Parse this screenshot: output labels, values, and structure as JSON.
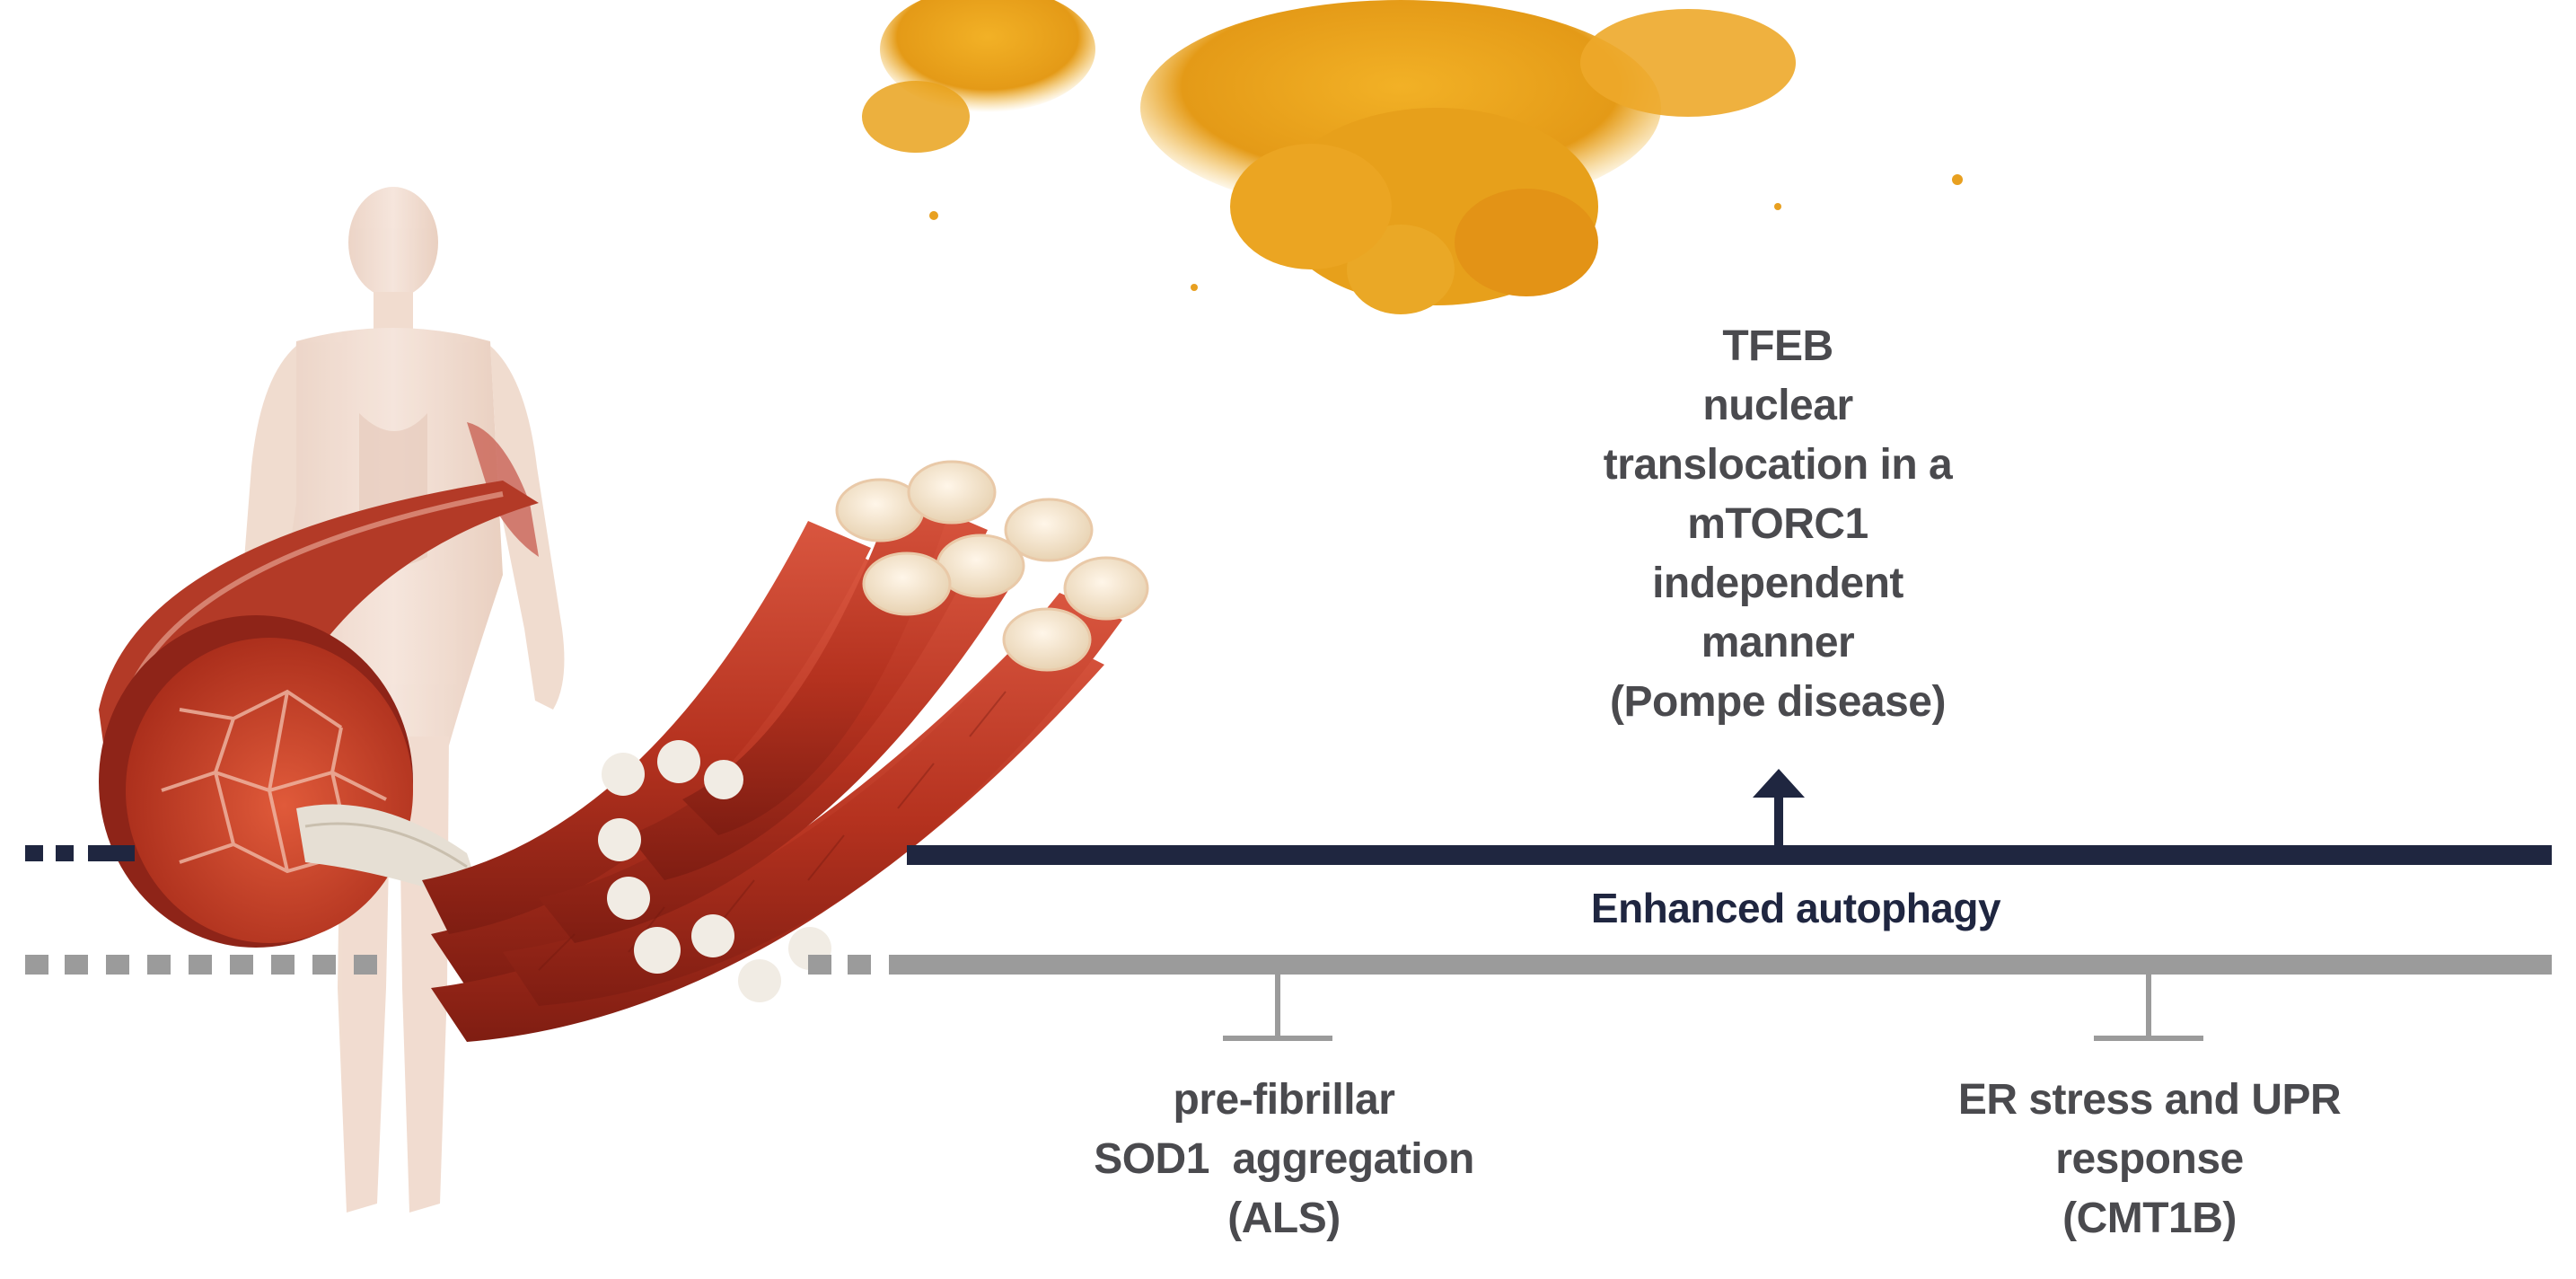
{
  "diagram": {
    "upper_pathway": {
      "label": "Enhanced autophagy",
      "line_color": "#1f2640"
    },
    "lower_pathway": {
      "line_color": "#9b9b9b"
    },
    "activation": {
      "lines": [
        "TFEB",
        "nuclear",
        "translocation in a",
        "mTORC1",
        "independent",
        "manner",
        "(Pompe disease)"
      ]
    },
    "inhibitions": [
      {
        "lines": [
          "pre-fibrillar",
          "SOD1  aggregation",
          "(ALS)"
        ]
      },
      {
        "lines": [
          "ER stress and UPR",
          "response",
          "(CMT1B)"
        ]
      }
    ],
    "illustrations": {
      "powder": "turmeric-powder-illustration",
      "body": "human-body-silhouette-illustration",
      "muscle": "muscle-fiber-bundle-illustration"
    },
    "colors": {
      "powder": "#e9a21c",
      "muscle": "#c0392b",
      "muscle_dark": "#8e2418",
      "tendon": "#e6dfd4",
      "body": "#efd9cc",
      "text": "#4a4a4e"
    }
  }
}
